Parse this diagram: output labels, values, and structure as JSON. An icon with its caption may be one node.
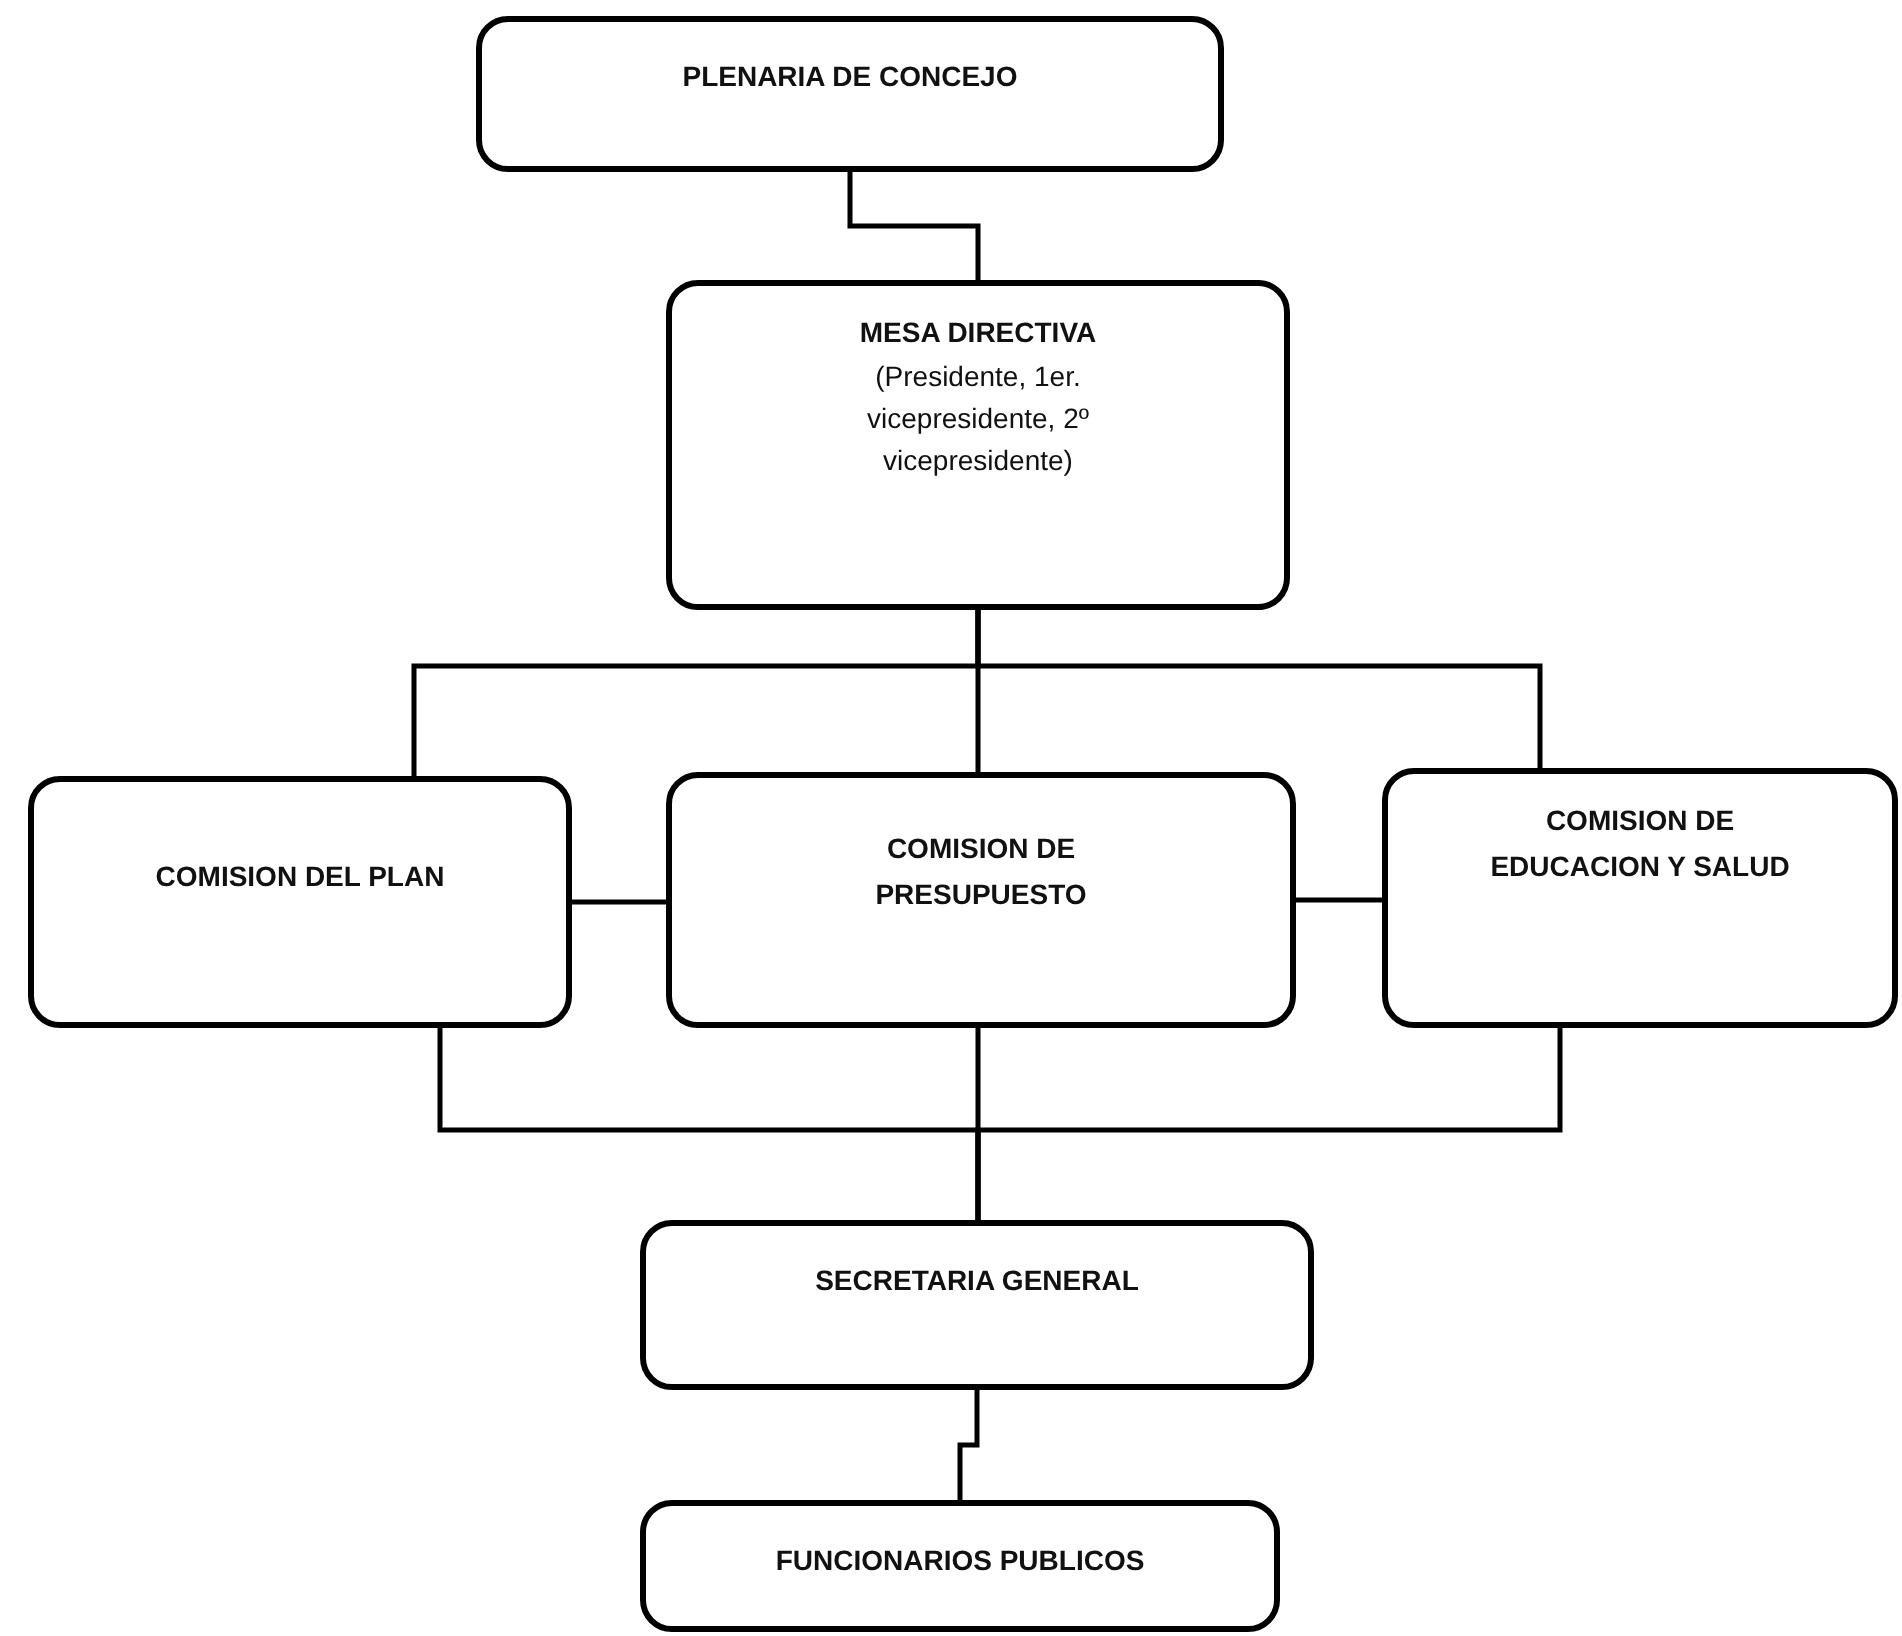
{
  "diagram": {
    "nodes": [
      {
        "text": [
          "PLENARIA DE CONCEJO"
        ]
      },
      {
        "text": [
          "MESA DIRECTIVA",
          "(Presidente, 1er. vicepresidente, 2º vicepresidente)"
        ]
      },
      {
        "text": [
          "COMISION DEL PLAN"
        ]
      },
      {
        "text": [
          "COMISION DE PRESUPUESTO"
        ]
      },
      {
        "text": [
          "COMISION DE EDUCACION Y SALUD"
        ]
      },
      {
        "text": [
          "SECRETARIA GENERAL"
        ]
      },
      {
        "text": [
          "FUNCIONARIOS PUBLICOS"
        ]
      }
    ],
    "edges": [
      {
        "from": 0,
        "to": 1,
        "arrow": "none"
      },
      {
        "from": 1,
        "to": 2,
        "arrow": "none"
      },
      {
        "from": 1,
        "to": 3,
        "arrow": "none"
      },
      {
        "from": 1,
        "to": 4,
        "arrow": "none"
      },
      {
        "from": 2,
        "to": 3,
        "arrow": "none"
      },
      {
        "from": 3,
        "to": 4,
        "arrow": "none"
      },
      {
        "from": 2,
        "to": 5,
        "arrow": "none"
      },
      {
        "from": 3,
        "to": 5,
        "arrow": "none"
      },
      {
        "from": 4,
        "to": 5,
        "arrow": "none"
      },
      {
        "from": 5,
        "to": 6,
        "arrow": "none"
      }
    ]
  }
}
